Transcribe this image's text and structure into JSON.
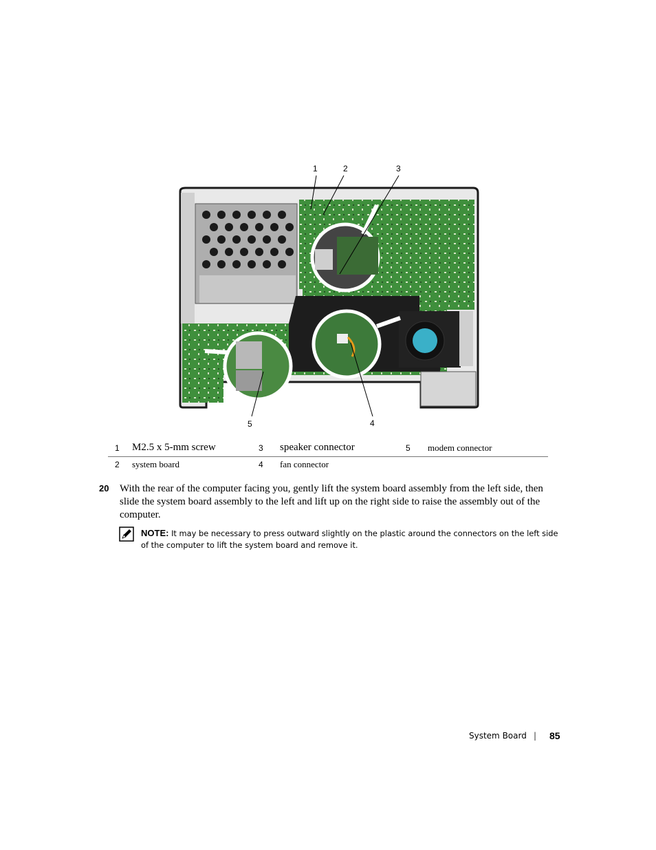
{
  "figure": {
    "callouts": [
      "1",
      "2",
      "3",
      "4",
      "5"
    ]
  },
  "legend": {
    "rows": [
      [
        {
          "num": "1",
          "label": "M2.5 x 5-mm screw"
        },
        {
          "num": "3",
          "label": "speaker connector"
        },
        {
          "num": "5",
          "label": "modem connector"
        }
      ],
      [
        {
          "num": "2",
          "label": "system board"
        },
        {
          "num": "4",
          "label": "fan connector"
        }
      ]
    ]
  },
  "step": {
    "number": "20",
    "text": "With the rear of the computer facing you, gently lift the system board assembly from the left side, then slide the system board assembly to the left and lift up on the right side to raise the assembly out of the computer."
  },
  "note": {
    "icon": "pencil-note-icon",
    "label": "NOTE:",
    "text": "It may be necessary to press outward slightly on the plastic around the connectors on the left side of the computer to lift the system board and remove it."
  },
  "footer": {
    "section": "System Board",
    "separator": "|",
    "page": "85"
  },
  "colors": {
    "board": "#3b8a3a",
    "chassis": "#2b2b2b",
    "metal": "#9a9a9a"
  }
}
